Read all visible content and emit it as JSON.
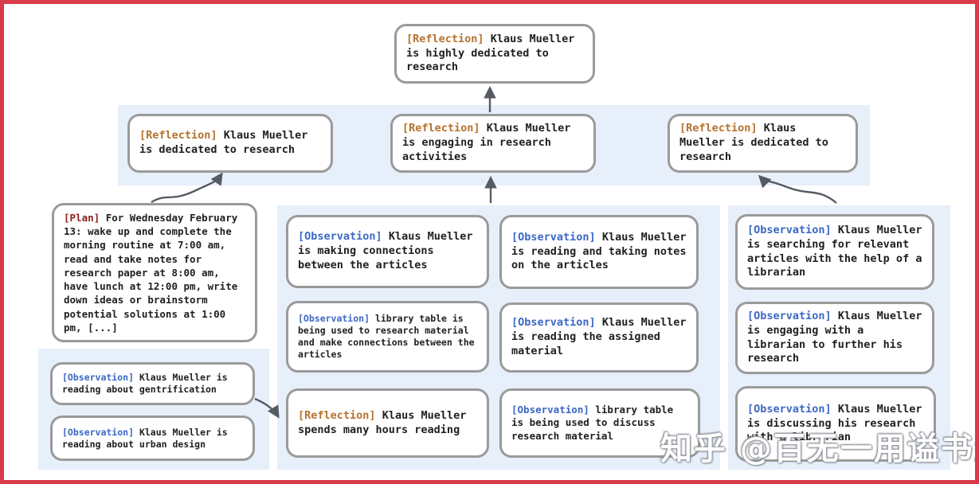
{
  "colors": {
    "frame_border": "#d93a4a",
    "band_background": "#e7effa",
    "box_border": "#9a9a9a",
    "reflection_tag": "#b5722d",
    "observation_tag": "#3b68c4",
    "plan_tag": "#8f1d1d",
    "body_text": "#1f1f1f",
    "arrow": "#565b63"
  },
  "nodes": {
    "root": {
      "tag": "[Reflection]",
      "text": "Klaus Mueller is highly dedicated to research"
    },
    "r2_left": {
      "tag": "[Reflection]",
      "text": "Klaus Mueller is dedicated to research"
    },
    "r2_mid": {
      "tag": "[Reflection]",
      "text": "Klaus Mueller is engaging in research activities"
    },
    "r2_right": {
      "tag": "[Reflection]",
      "text": "Klaus Mueller is dedicated to research"
    },
    "plan": {
      "tag": "[Plan]",
      "text": "For Wednesday February 13: wake up and complete the morning routine at 7:00 am, read and take notes for research paper at 8:00 am, have lunch at 12:00 pm, write down ideas or brainstorm potential solutions at 1:00 pm, [...]"
    },
    "obs_gentrification": {
      "tag": "[Observation]",
      "text": "Klaus Mueller is reading about gentrification"
    },
    "obs_urban_design": {
      "tag": "[Observation]",
      "text": "Klaus Mueller is reading about urban design"
    },
    "obs_connections": {
      "tag": "[Observation]",
      "text": "Klaus Mueller is making connections between the articles"
    },
    "obs_library_research": {
      "tag": "[Observation]",
      "text": "library table is being used to research material and make connections between the articles"
    },
    "refl_hours": {
      "tag": "[Reflection]",
      "text": "Klaus Mueller spends many hours reading"
    },
    "obs_taking_notes": {
      "tag": "[Observation]",
      "text": "Klaus Mueller is reading and taking notes on the articles"
    },
    "obs_assigned": {
      "tag": "[Observation]",
      "text": "Klaus Mueller is reading the assigned material"
    },
    "obs_library_discuss": {
      "tag": "[Observation]",
      "text": "library table is being used to discuss research material"
    },
    "obs_searching": {
      "tag": "[Observation]",
      "text": "Klaus Mueller is searching for relevant articles with the help of a librarian"
    },
    "obs_engaging_librarian": {
      "tag": "[Observation]",
      "text": "Klaus Mueller is engaging with a librarian to further his research"
    },
    "obs_discussing": {
      "tag": "[Observation]",
      "text": "Klaus Mueller is discussing his research with a librarian"
    }
  },
  "watermark": {
    "text": "知乎 @百无一用谥书生"
  }
}
